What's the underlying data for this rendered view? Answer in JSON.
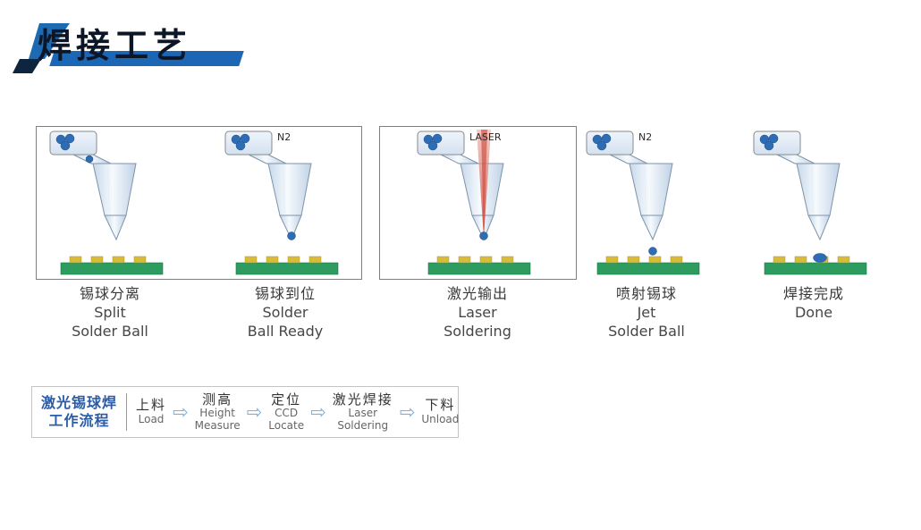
{
  "title": "焊接工艺",
  "colors": {
    "title_bar_blue": "#1b67b5",
    "logo_navy": "#0e2540",
    "pcb_green": "#2e9b5f",
    "pad_gold": "#d9ba3a",
    "ball_blue": "#2e6db4",
    "laser_red": "#cc3326",
    "flow_title_blue": "#2b5ca8"
  },
  "stages": [
    {
      "cn": "锡球分离",
      "en1": "Split",
      "en2": "Solder Ball",
      "tag": ""
    },
    {
      "cn": "锡球到位",
      "en1": "Solder",
      "en2": "Ball Ready",
      "tag": "N2"
    },
    {
      "cn": "激光输出",
      "en1": "Laser",
      "en2": "Soldering",
      "tag": "LASER"
    },
    {
      "cn": "喷射锡球",
      "en1": "Jet",
      "en2": "Solder Ball",
      "tag": "N2"
    },
    {
      "cn": "焊接完成",
      "en1": "Done",
      "en2": "",
      "tag": ""
    }
  ],
  "flow": {
    "title_line1": "激光锡球焊",
    "title_line2": "工作流程",
    "steps": [
      {
        "cn": "上料",
        "en1": "Load",
        "en2": ""
      },
      {
        "cn": "测高",
        "en1": "Height",
        "en2": "Measure"
      },
      {
        "cn": "定位",
        "en1": "CCD",
        "en2": "Locate"
      },
      {
        "cn": "激光焊接",
        "en1": "Laser",
        "en2": "Soldering"
      },
      {
        "cn": "下料",
        "en1": "Unload",
        "en2": ""
      }
    ]
  }
}
